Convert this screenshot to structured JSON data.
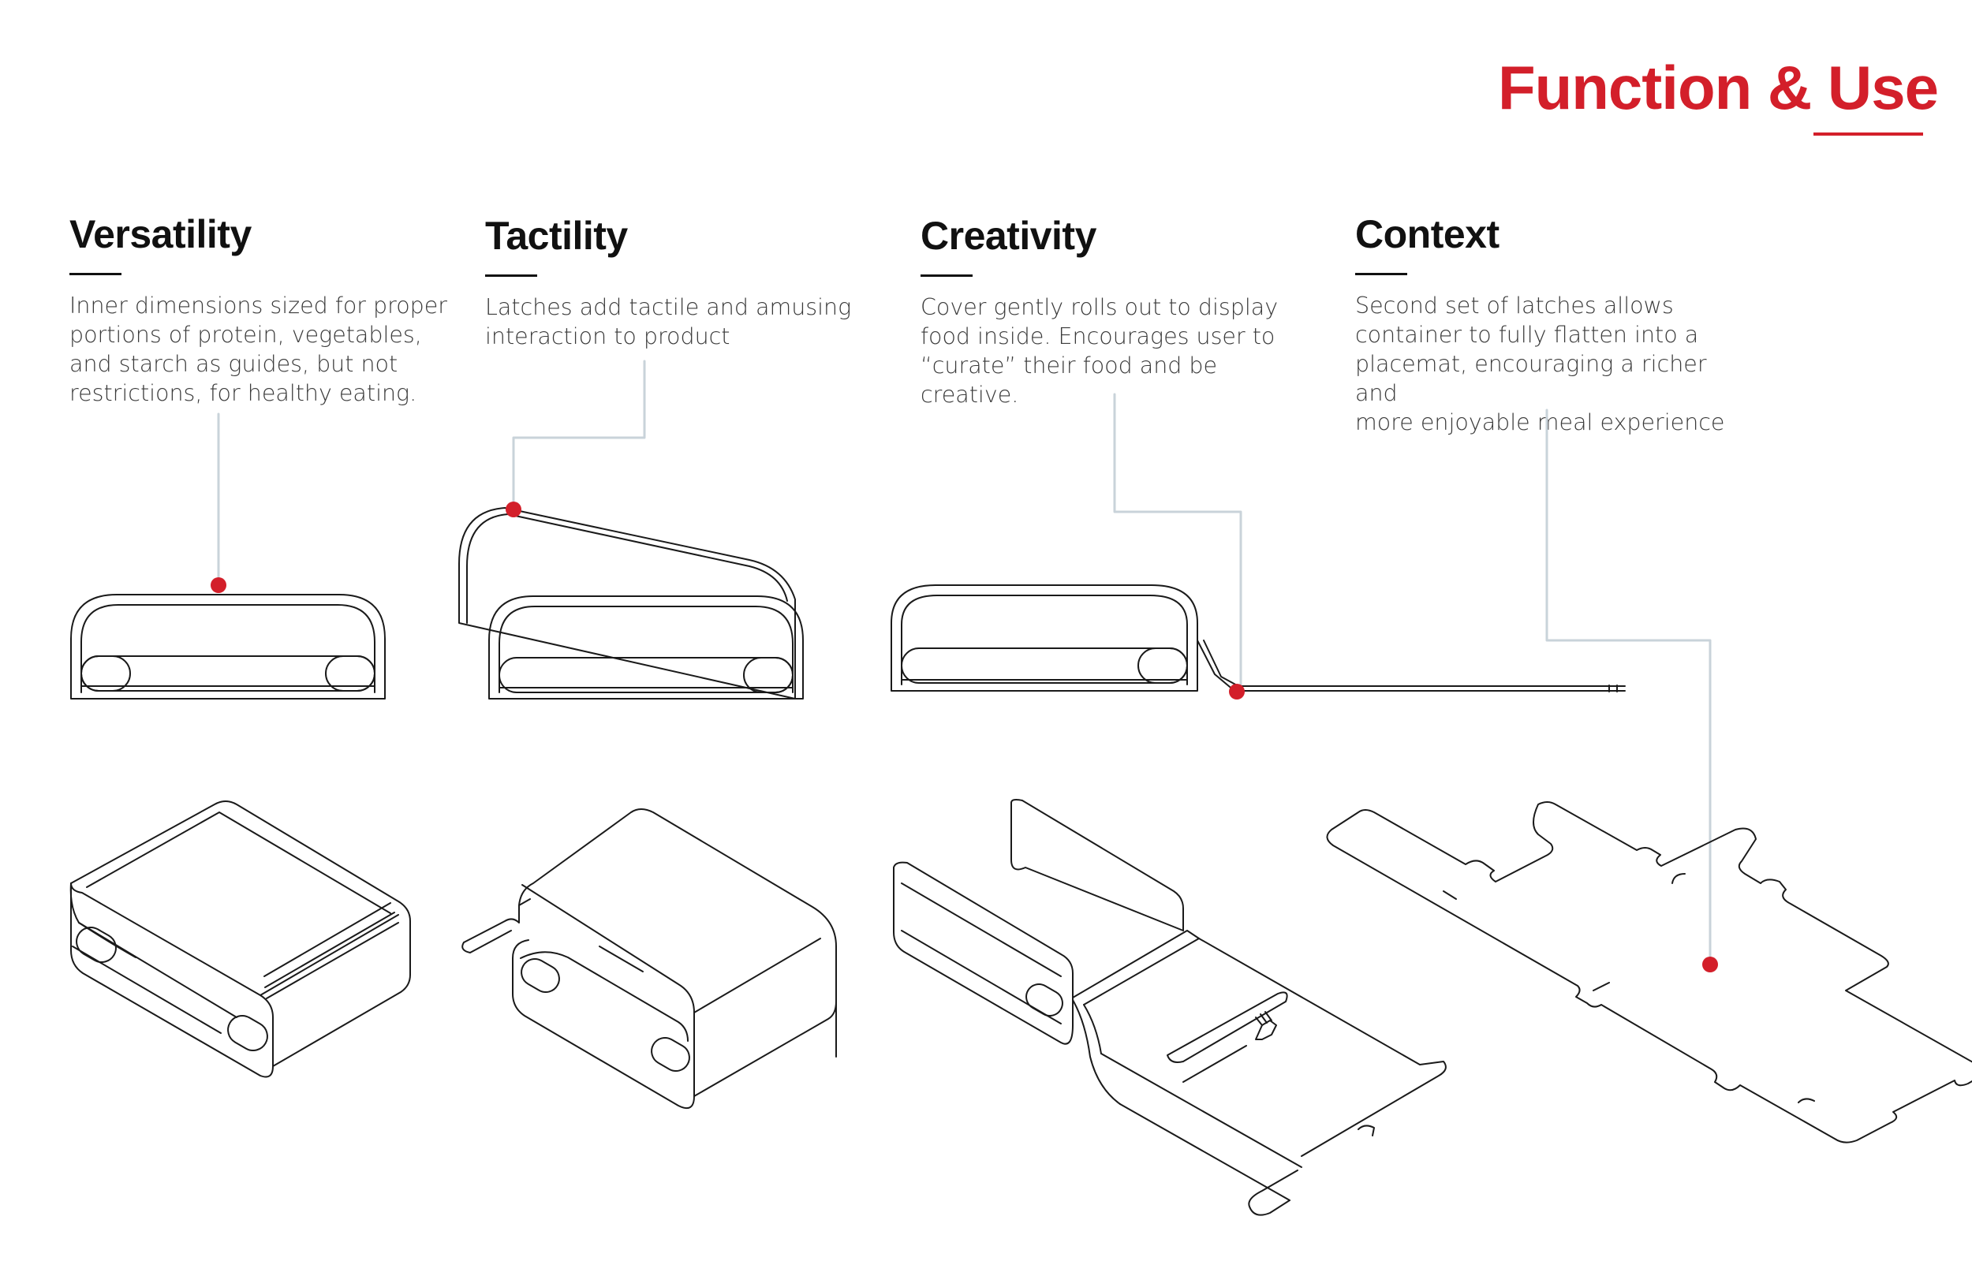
{
  "header": {
    "title": "Function & Use"
  },
  "sections": [
    {
      "heading": "Versatility",
      "body": "Inner dimensions sized for proper\nportions of protein, vegetables,\nand starch as guides, but not\nrestrictions, for healthy eating."
    },
    {
      "heading": "Tactility",
      "body": "Latches add tactile and amusing\ninteraction to product"
    },
    {
      "heading": "Creativity",
      "body": "Cover gently rolls out to display\nfood inside. Encourages user to\n“curate” their food and be creative."
    },
    {
      "heading": "Context",
      "body": "Second set of latches allows\ncontainer to fully flatten into a\nplacemat, encouraging a richer and\nmore enjoyable meal experience"
    }
  ],
  "colors": {
    "accent": "#d31f2a",
    "leader": "#c9d3da",
    "line": "#1a1a1a"
  }
}
